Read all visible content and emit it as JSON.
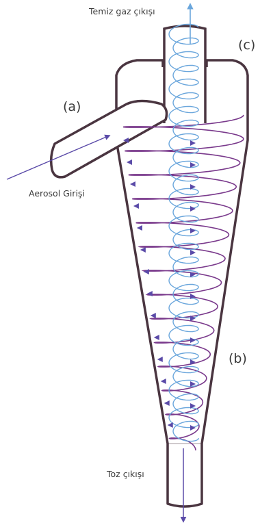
{
  "labels": {
    "clean_gas_outlet": "Temiz gaz çıkışı",
    "aerosol_inlet": "Aerosol Girişi",
    "dust_outlet": "Toz çıkışı",
    "inlet_marker": "(a)",
    "body_marker": "(b)",
    "outlet_marker": "(c)"
  },
  "colors": {
    "body_stroke": "#4a3540",
    "outer_vortex": "#7a3a8c",
    "outer_vortex_accent": "#c0305a",
    "inner_vortex": "#6aa6dc",
    "flow_arrow": "#5a4aa8",
    "text": "#3a3a3a"
  }
}
